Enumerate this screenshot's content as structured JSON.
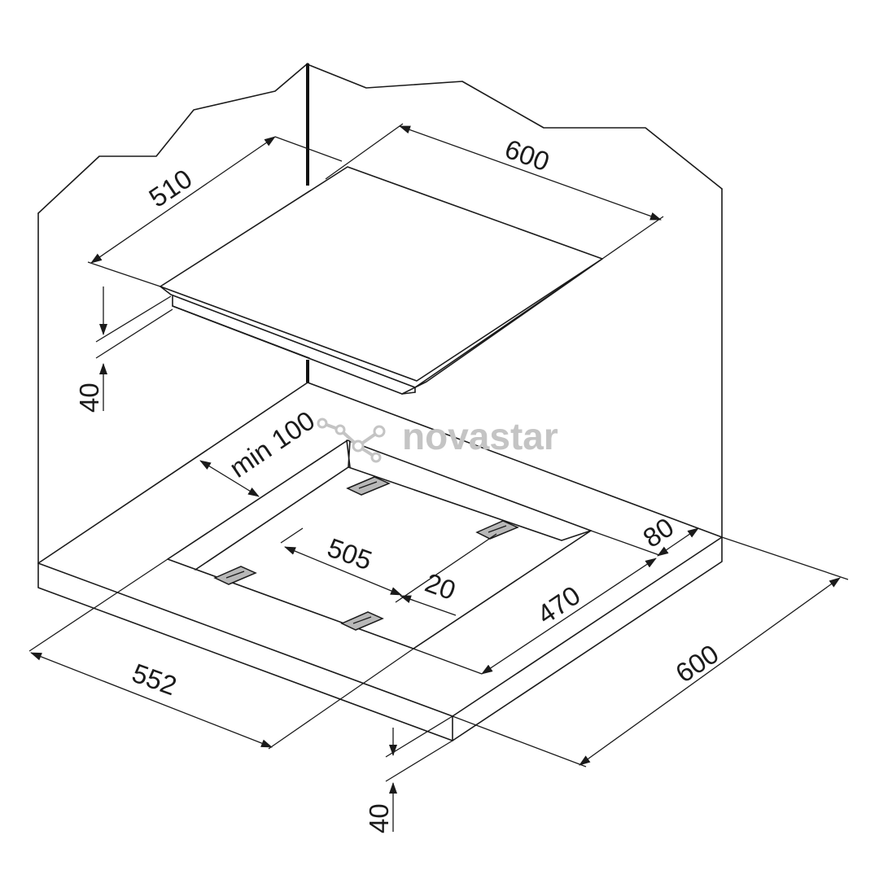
{
  "labels": {
    "hob_width": "600",
    "hob_depth": "510",
    "hob_height": "40",
    "min_clearance": "min 100",
    "cutout_width": "505",
    "bracket_offset": "20",
    "cutout_depth": "470",
    "rear_margin": "80",
    "cutout_front_width": "552",
    "worktop_depth": "600",
    "worktop_thickness": "40"
  },
  "watermark": "novastar",
  "colors": {
    "line": "#1a1a1a",
    "bracket_fill": "#b8b8b8",
    "watermark": "#c4c4c4"
  }
}
